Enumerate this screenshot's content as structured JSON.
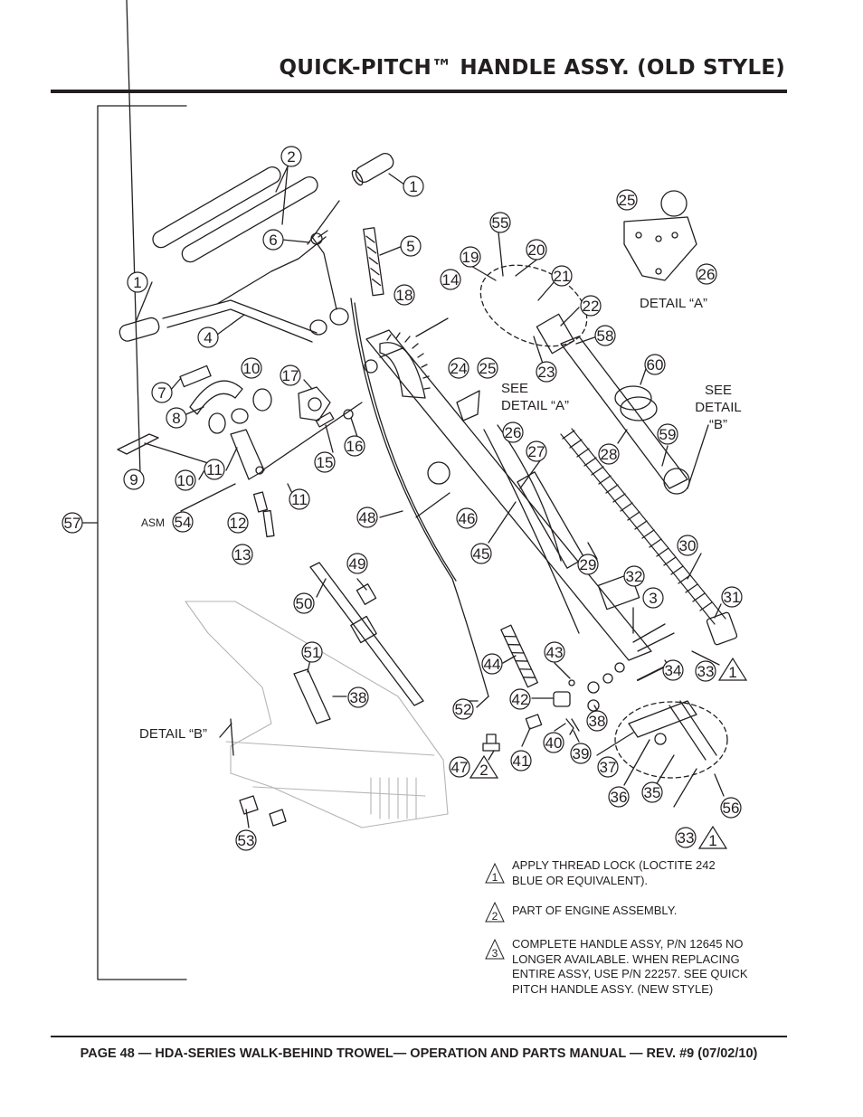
{
  "header": {
    "title": "QUICK-PITCH™  HANDLE ASSY. (OLD STYLE)"
  },
  "footer": {
    "text": "PAGE 48 — HDA-SERIES  WALK-BEHIND TROWEL— OPERATION AND PARTS MANUAL — REV. #9 (07/02/10)"
  },
  "diagram": {
    "labels": {
      "detail_a": "DETAIL “A”",
      "see_detail_a": [
        "SEE",
        "DETAIL “A”"
      ],
      "see_detail_b": [
        "SEE",
        "DETAIL",
        "“B”"
      ],
      "detail_b": "DETAIL “B”",
      "asm": "ASM"
    },
    "callouts": [
      "1",
      "2",
      "1",
      "6",
      "5",
      "4",
      "10",
      "7",
      "8",
      "9",
      "10",
      "11",
      "11",
      "54",
      "12",
      "13",
      "17",
      "16",
      "15",
      "14",
      "18",
      "19",
      "55",
      "20",
      "21",
      "22",
      "23",
      "24",
      "25",
      "26",
      "25",
      "26",
      "58",
      "60",
      "59",
      "28",
      "27",
      "46",
      "48",
      "45",
      "29",
      "30",
      "32",
      "3",
      "31",
      "49",
      "50",
      "51",
      "38",
      "44",
      "43",
      "42",
      "52",
      "41",
      "40",
      "39",
      "38",
      "34",
      "33",
      "37",
      "36",
      "35",
      "33",
      "56",
      "47",
      "57"
    ],
    "note_marks": [
      "1",
      "1",
      "2"
    ]
  },
  "notes": [
    {
      "mark": "1",
      "text": "APPLY THREAD LOCK (LOCTITE 242 BLUE OR EQUIVALENT)."
    },
    {
      "mark": "2",
      "text": "PART OF ENGINE ASSEMBLY."
    },
    {
      "mark": "3",
      "text": "COMPLETE HANDLE ASSY, P/N 12645 NO LONGER AVAILABLE. WHEN REPLACING ENTIRE ASSY, USE P/N 22257. SEE QUICK PITCH HANDLE ASSY. (NEW STYLE)"
    }
  ]
}
